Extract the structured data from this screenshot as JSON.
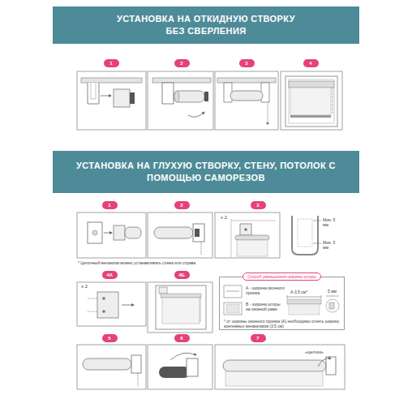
{
  "diagram": {
    "nodes": [
      {
        "text": [
          "УСТАНОВКА НА ОТКИДНУЮ СТВОРКУ БЕЗ СВЕРЛЕНИЯ"
        ]
      },
      {
        "text": [
          "1"
        ]
      },
      {
        "text": [
          "2"
        ]
      },
      {
        "text": [
          "3"
        ]
      },
      {
        "text": [
          "4"
        ]
      },
      {
        "text": [
          "УСТАНОВКА НА ГЛУХУЮ СТВОРКУ, СТЕНУ, ПОТОЛОК С ПОМОЩЬЮ САМОРЕЗОВ"
        ]
      },
      {
        "text": [
          "1"
        ]
      },
      {
        "text": [
          "2"
        ]
      },
      {
        "text": [
          "3"
        ]
      },
      {
        "text": [
          "4А"
        ]
      },
      {
        "text": [
          "4Б"
        ]
      },
      {
        "text": [
          "А - ширина оконного проема",
          "В - ширина шторы на оконной раме",
          "* от ширины оконного проема (А) необходимо отнять ширину крепежных механизмов (3,5 см)"
        ]
      },
      {
        "text": [
          "Способ уменьшения ширины шторы"
        ],
        "in": 11
      },
      {
        "text": [
          "5"
        ]
      },
      {
        "text": [
          "6"
        ]
      },
      {
        "text": [
          "7"
        ]
      }
    ],
    "labels": [
      "x 2",
      "Мин. 5 мм",
      "Мин. 5 мм",
      "* Цепочный механизм можно устанавливать слева или справа",
      "x 2",
      "А-3,5 см*",
      "5 мм",
      "«щелчок»"
    ]
  }
}
